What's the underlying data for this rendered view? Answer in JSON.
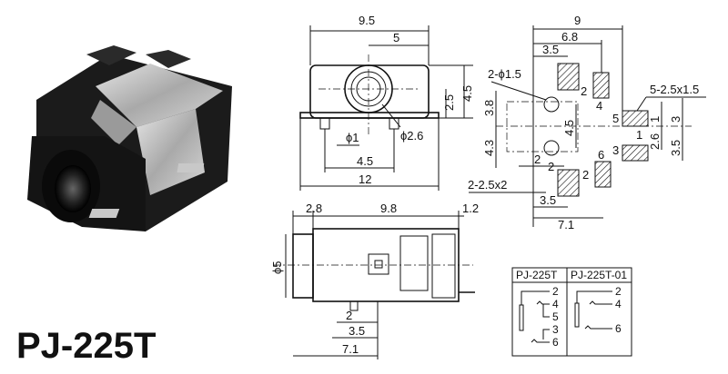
{
  "title": "PJ-225T",
  "top_view": {
    "w": "9.5",
    "center": "5",
    "h1": "2.5",
    "h2": "4.5",
    "hole": "ϕ2.6",
    "pin": "ϕ1",
    "pitch": "4.5",
    "len": "12"
  },
  "side_view": {
    "a": "2.8",
    "b": "9.8",
    "c": "1.2",
    "dia": "ϕ5",
    "d": "2",
    "e": "3.5",
    "f": "7.1"
  },
  "footprint": {
    "w9": "9",
    "w68": "6.8",
    "w35": "3.5",
    "holes": "2-ϕ1.5",
    "pads5": "5-2.5x1.5",
    "pads2": "2-2.5x2",
    "v38": "3.8",
    "v43": "4.3",
    "v45": "4.5",
    "v1": "1",
    "v3": "3",
    "v26": "2.6",
    "v35": "3.5",
    "h2": "2",
    "h35b": "3.5",
    "h71": "7.1",
    "pin_labels": [
      "2",
      "4",
      "5",
      "1",
      "3",
      "6",
      "2",
      "2"
    ]
  },
  "schematic": {
    "col1": "PJ-225T",
    "col2": "PJ-225T-01",
    "col1_pins": [
      "2",
      "4",
      "5",
      "3",
      "6"
    ],
    "col2_pins": [
      "2",
      "4",
      "6"
    ]
  }
}
